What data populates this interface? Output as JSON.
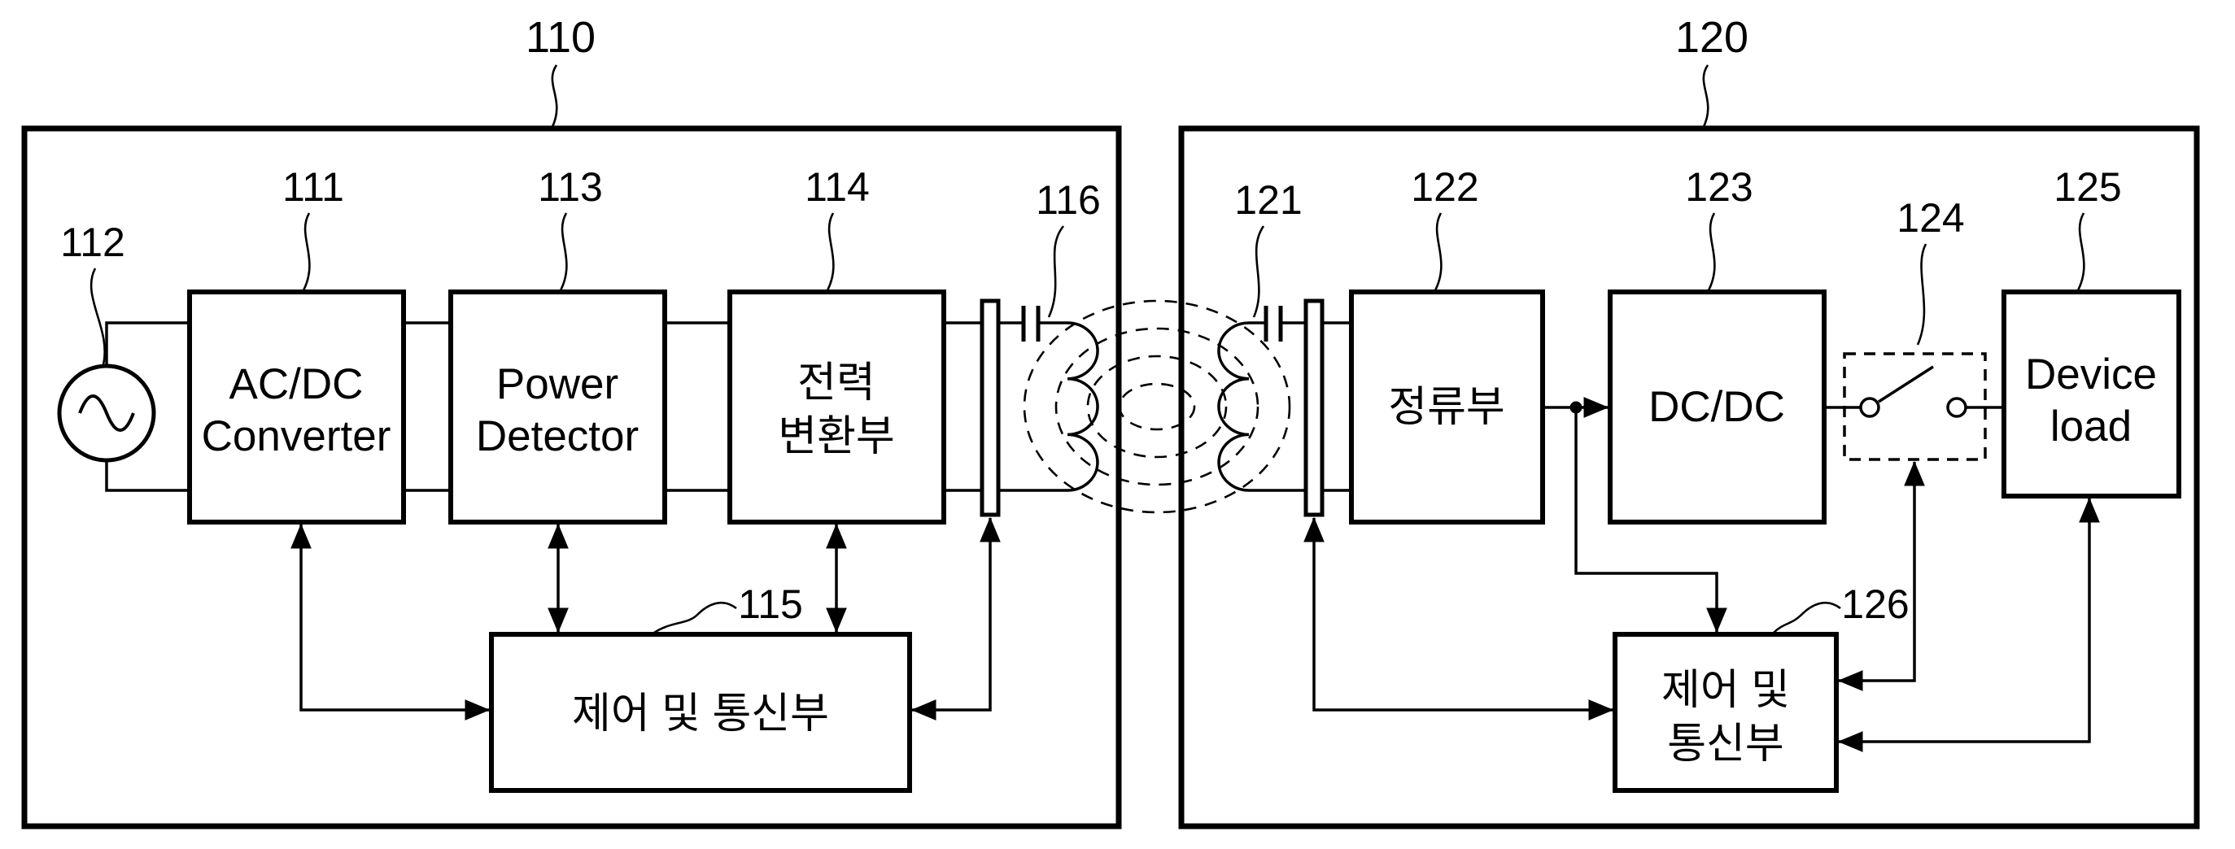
{
  "diagram": {
    "description": "Wireless power transfer system block diagram",
    "colors": {
      "ink": "#000000",
      "background": "#ffffff"
    },
    "transmitter": {
      "ref": "110",
      "ac_source": {
        "ref": "112"
      },
      "acdc_converter": {
        "ref": "111",
        "line1": "AC/DC",
        "line2": "Converter"
      },
      "power_detector": {
        "ref": "113",
        "line1": "Power",
        "line2": "Detector"
      },
      "power_conversion": {
        "ref": "114",
        "line1": "전력",
        "line2": "변환부"
      },
      "control_comm": {
        "ref": "115",
        "label": "제어 및 통신부"
      },
      "resonator": {
        "ref": "116"
      }
    },
    "receiver": {
      "ref": "120",
      "resonator": {
        "ref": "121"
      },
      "rectifier": {
        "ref": "122",
        "label": "정류부"
      },
      "dcdc_converter": {
        "ref": "123",
        "label": "DC/DC"
      },
      "switch": {
        "ref": "124"
      },
      "device_load": {
        "ref": "125",
        "line1": "Device",
        "line2": "load"
      },
      "control_comm": {
        "ref": "126",
        "line1": "제어 및",
        "line2": "통신부"
      }
    }
  }
}
